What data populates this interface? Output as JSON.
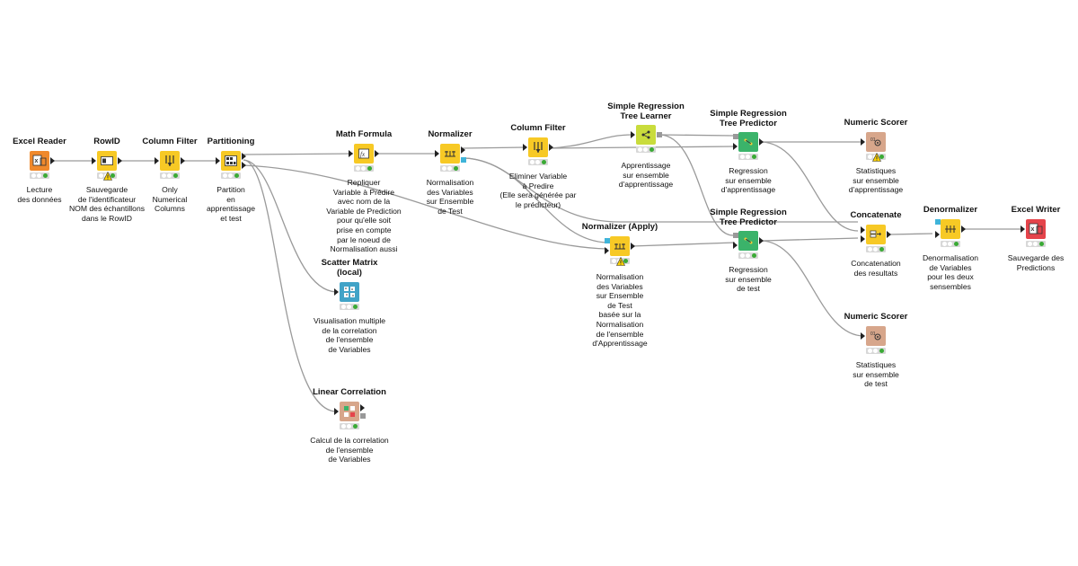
{
  "colors": {
    "source": "#f0892c",
    "manipulator": "#f7c925",
    "learner": "#c9dc3c",
    "predictor": "#3bb36a",
    "other": "#d7a68b",
    "visualizer": "#41a3c7",
    "sink": "#e5444b",
    "status_ok": "#3aaa35",
    "edge": "#9a9a9a"
  },
  "nodes": {
    "excel_reader": {
      "title": "Excel Reader",
      "label": "Lecture\ndes données",
      "icon": "excel-icon"
    },
    "rowid": {
      "title": "RowID",
      "label": "Sauvegarde\nde l'identificateur\nNOM des échantillons\ndans le RowID",
      "icon": "rowid-icon"
    },
    "column_filter_1": {
      "title": "Column Filter",
      "label": "Only\nNumerical\nColumns",
      "icon": "column-filter-icon"
    },
    "partitioning": {
      "title": "Partitioning",
      "label": "Partition\nen\napprentissage\net test",
      "icon": "partition-icon"
    },
    "math_formula": {
      "title": "Math Formula",
      "label": "Repliquer\nVariable à Prédire\navec nom de la\nVariable de Prediction\npour qu'elle soit\nprise en compte\npar le noeud de\nNormalisation aussi",
      "icon": "math-formula-icon"
    },
    "normalizer": {
      "title": "Normalizer",
      "label": "Normalisation\ndes Variables\nsur Ensemble\nde Test",
      "icon": "normalizer-icon"
    },
    "column_filter_2": {
      "title": "Column Filter",
      "label": "Eliminer Variable\nà Predire\n(Elle sera générée par\nle prédicteur)",
      "icon": "column-filter-icon"
    },
    "tree_learner": {
      "title": "Simple Regression\nTree Learner",
      "label": "Apprentissage\nsur ensemble\nd'apprentissage",
      "icon": "tree-learner-icon"
    },
    "tree_predictor_1": {
      "title": "Simple Regression\nTree Predictor",
      "label": "Regression\nsur ensemble\nd'apprentissage",
      "icon": "tree-predictor-icon"
    },
    "numeric_scorer_1": {
      "title": "Numeric Scorer",
      "label": "Statistiques\nsur ensemble\nd'apprentissage",
      "icon": "scorer-icon"
    },
    "normalizer_apply": {
      "title": "Normalizer (Apply)",
      "label": "Normalisation\ndes Variables\nsur Ensemble\nde Test\nbasée sur la\nNormalisation\nde l'ensemble\nd'Apprentissage",
      "icon": "normalizer-apply-icon"
    },
    "tree_predictor_2": {
      "title": "Simple Regression\nTree Predictor",
      "label": "Regression\nsur ensemble\nde test",
      "icon": "tree-predictor-icon"
    },
    "numeric_scorer_2": {
      "title": "Numeric Scorer",
      "label": "Statistiques\nsur ensemble\nde test",
      "icon": "scorer-icon"
    },
    "concatenate": {
      "title": "Concatenate",
      "label": "Concatenation\ndes resultats",
      "icon": "concatenate-icon"
    },
    "denormalizer": {
      "title": "Denormalizer",
      "label": "Denormalisation\nde Variables\npour les deux\nsensembles",
      "icon": "denormalizer-icon"
    },
    "excel_writer": {
      "title": "Excel Writer",
      "label": "Sauvegarde des\nPredictions",
      "icon": "excel-writer-icon"
    },
    "scatter_matrix": {
      "title": "Scatter Matrix\n(local)",
      "label": "Visualisation multiple\nde la correlation\nde l'ensemble\nde Variables",
      "icon": "scatter-matrix-icon"
    },
    "linear_correlation": {
      "title": "Linear Correlation",
      "label": "Calcul de la correlation\nde l'ensemble\nde Variables",
      "icon": "linear-correlation-icon"
    }
  }
}
